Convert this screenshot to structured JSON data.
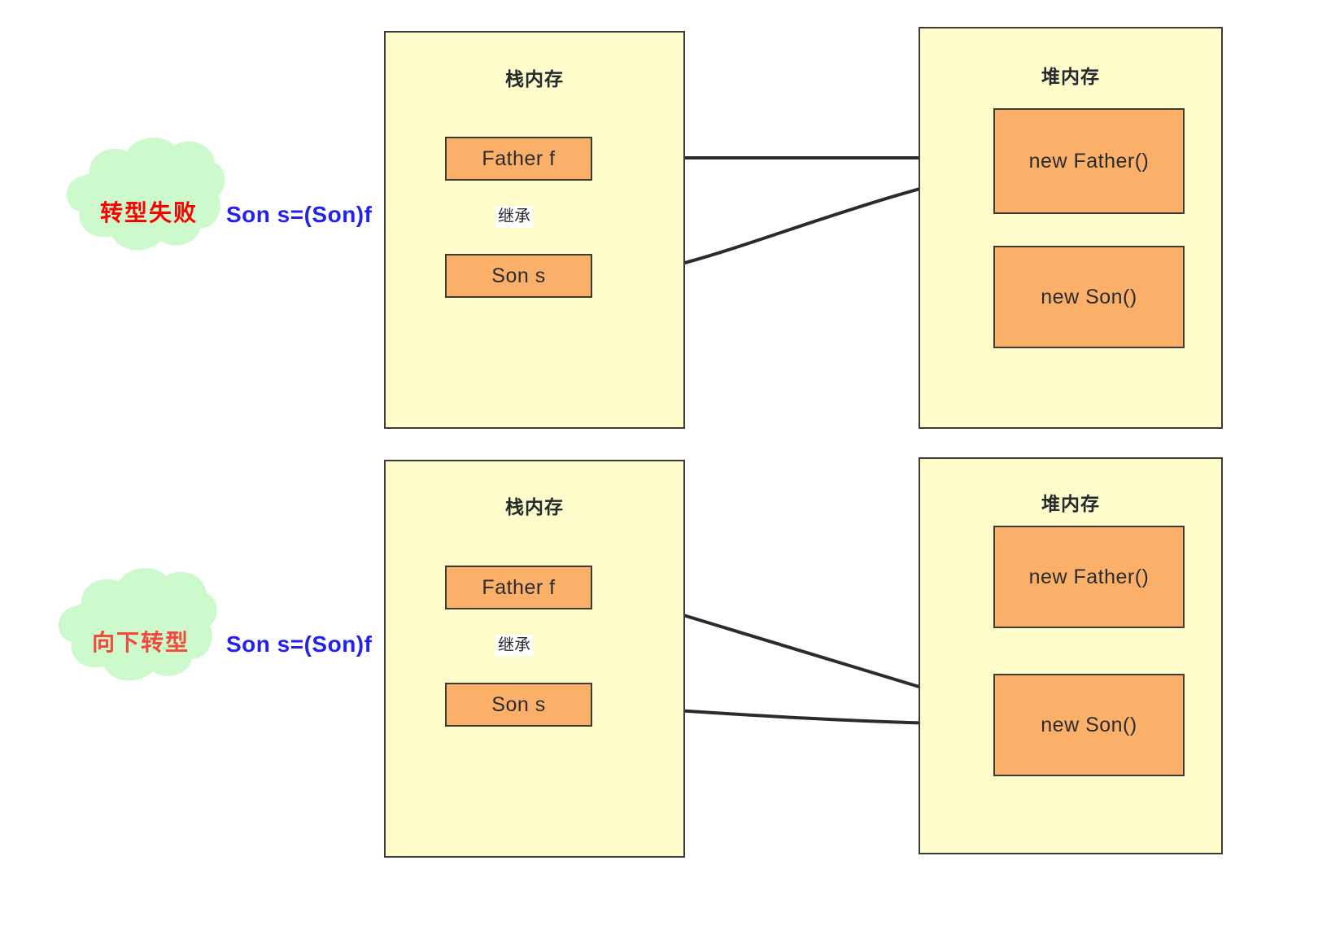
{
  "diagram": {
    "title_hidden": "",
    "colors": {
      "region_fill": "#FFFCCC",
      "region_stroke": "#3D3B34",
      "object_fill": "#FBB06A",
      "object_stroke": "#3D3B34",
      "cloud_fill": "#CDFACD",
      "arrow_stroke": "#2B2B2B",
      "cloud_text_top": "#FF0000",
      "cloud_text_bottom": "#F4493C",
      "expr_text": "#2222EE"
    },
    "panels": [
      {
        "id": "panel-top",
        "cloud_label": "转型失败",
        "cast_expression": "Son s=(Son)f",
        "stack": {
          "title": "栈内存",
          "variables": [
            {
              "name": "Father f",
              "points_to": "new Father()"
            },
            {
              "name": "Son s",
              "points_to": "new Father()"
            }
          ],
          "relation_label": "继承"
        },
        "heap": {
          "title": "堆内存",
          "objects": [
            {
              "name": "new Father()",
              "targeted": true
            },
            {
              "name": "new Son()",
              "targeted": false
            }
          ]
        }
      },
      {
        "id": "panel-bottom",
        "cloud_label": "向下转型",
        "cast_expression": "Son s=(Son)f",
        "stack": {
          "title": "栈内存",
          "variables": [
            {
              "name": "Father f",
              "points_to": "new Son()"
            },
            {
              "name": "Son s",
              "points_to": "new Son()"
            }
          ],
          "relation_label": "继承"
        },
        "heap": {
          "title": "堆内存",
          "objects": [
            {
              "name": "new Father()",
              "targeted": false
            },
            {
              "name": "new Son()",
              "targeted": true
            }
          ]
        }
      }
    ]
  }
}
